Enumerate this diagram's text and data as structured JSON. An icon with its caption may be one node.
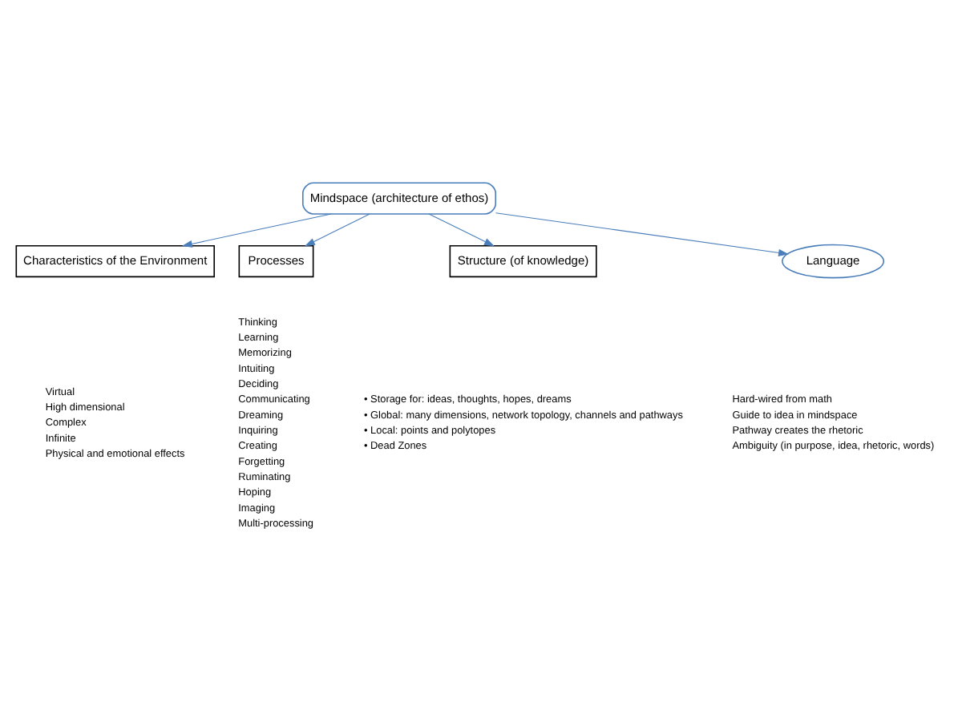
{
  "diagram": {
    "nodes": [
      {
        "text": [
          "Mindspace (architecture of ethos)"
        ]
      },
      {
        "text": [
          "Characteristics of the Environment"
        ],
        "beside": [
          "Virtual",
          "High dimensional",
          "Complex",
          "Infinite",
          "Physical and emotional effects"
        ]
      },
      {
        "text": [
          "Processes"
        ],
        "beside": [
          "Thinking",
          "Learning",
          "Memorizing",
          "Intuiting",
          "Deciding",
          "Communicating",
          "Dreaming",
          "Inquiring",
          "Creating",
          "Forgetting",
          "Ruminating",
          "Hoping",
          "Imaging",
          "Multi-processing"
        ]
      },
      {
        "text": [
          "Structure (of knowledge)"
        ],
        "beside": [
          "• Storage for: ideas, thoughts, hopes, dreams",
          "• Global: many dimensions, network topology, channels and pathways",
          "• Local: points and polytopes",
          "• Dead Zones"
        ]
      },
      {
        "text": [
          "Language"
        ],
        "beside": [
          "Hard-wired from math",
          "Guide to idea in mindspace",
          "Pathway creates the rhetoric",
          "Ambiguity (in purpose, idea, rhetoric, words)"
        ]
      }
    ],
    "edges": [
      {
        "from": 0,
        "to": 1,
        "arrow": "to"
      },
      {
        "from": 0,
        "to": 2,
        "arrow": "to"
      },
      {
        "from": 0,
        "to": 3,
        "arrow": "to"
      },
      {
        "from": 0,
        "to": 4,
        "arrow": "to"
      }
    ]
  }
}
